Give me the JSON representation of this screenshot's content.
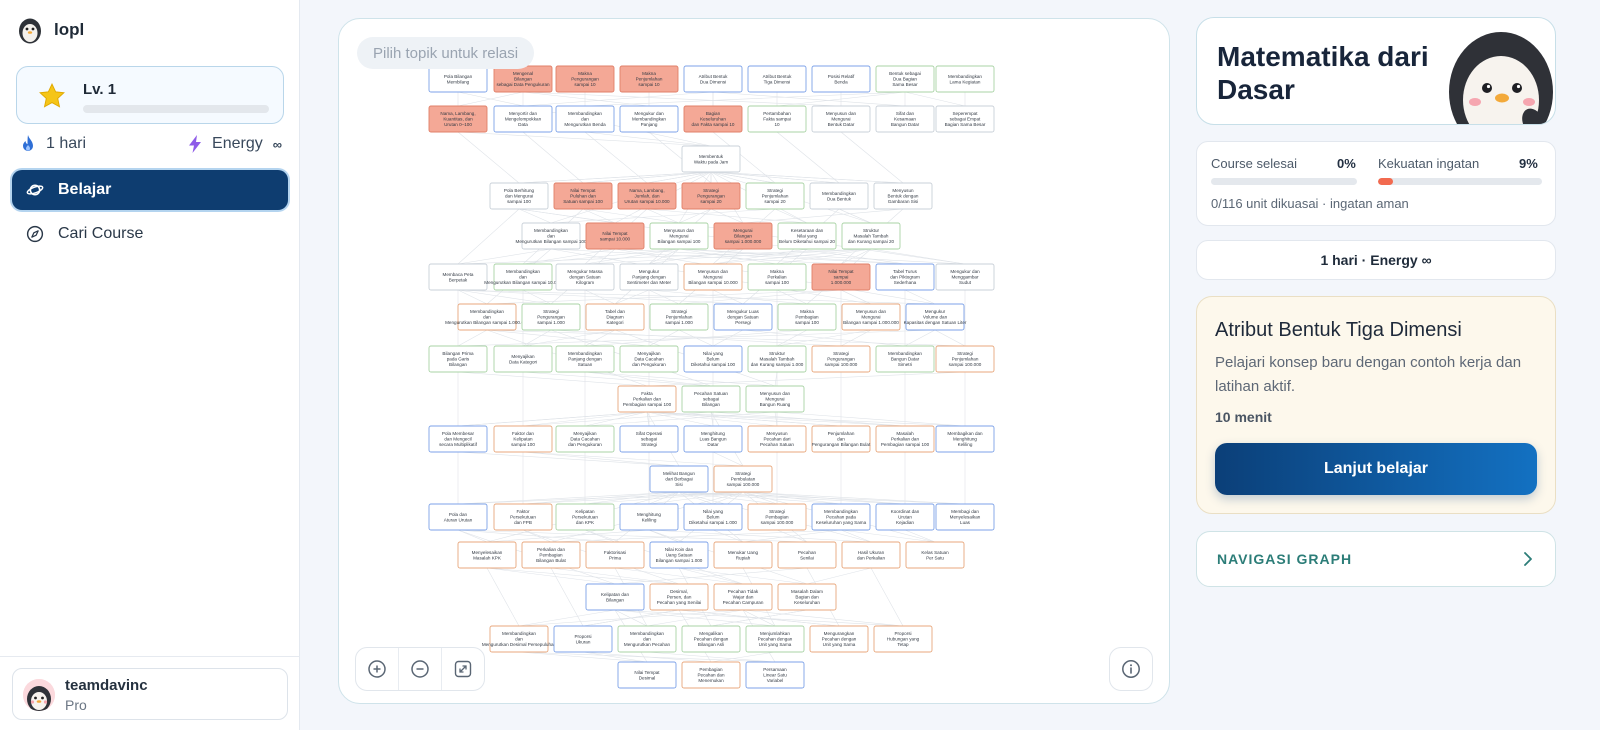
{
  "brand": {
    "name": "lopl"
  },
  "level": {
    "label": "Lv. 1",
    "progress": 0
  },
  "streak": {
    "label": "1 hari"
  },
  "energy": {
    "label": "Energy",
    "value": "∞"
  },
  "nav": [
    {
      "label": "Belajar",
      "icon": "planet-icon",
      "active": true
    },
    {
      "label": "Cari Course",
      "icon": "compass-icon",
      "active": false
    }
  ],
  "user": {
    "name": "teamdavinc",
    "plan": "Pro"
  },
  "graph": {
    "topic_placeholder": "Pilih topik untuk relasi",
    "colors": {
      "highlight": "#f4a896",
      "node_border_blue": "#7da2e8",
      "node_border_orange": "#e8a77c",
      "node_border_green": "#a9d3a5",
      "edge": "#dfe3e8"
    },
    "rows": [
      [
        {
          "label": "Pola Bilangan Membilang",
          "hl": false,
          "c": "b"
        },
        {
          "label": "Mengenal Bilangan sebagai Data Pengukuran",
          "hl": true,
          "c": "o"
        },
        {
          "label": "Makna Pengurangan sampai 10",
          "hl": true,
          "c": "o"
        },
        {
          "label": "Makna Penjumlahan sampai 10",
          "hl": true,
          "c": "o"
        },
        {
          "label": "Atribut Bentuk Dua Dimensi",
          "hl": false,
          "c": "b"
        },
        {
          "label": "Atribut Bentuk Tiga Dimensi",
          "hl": false,
          "c": "b"
        },
        {
          "label": "Posisi Relatif Benda",
          "hl": false,
          "c": "b"
        },
        {
          "label": "Bentuk sebagai Dua Bagian Sama Besar",
          "hl": false,
          "c": "g"
        },
        {
          "label": "Membandingkan Lama Kegiatan",
          "hl": false,
          "c": "g"
        }
      ],
      [
        {
          "label": "Nama, Lambang, Kuantitas, dan Urutan 0–100",
          "hl": true,
          "c": "o"
        },
        {
          "label": "Menyortir dan Mengelompokkan Data",
          "hl": false,
          "c": "b"
        },
        {
          "label": "Membandingkan dan Mengurutkan Benda",
          "hl": false,
          "c": "b"
        },
        {
          "label": "Mengukur dan Membandingkan Panjang",
          "hl": false,
          "c": "b"
        },
        {
          "label": "Bagian Keseluruhan dan Fakta sampai 10",
          "hl": true,
          "c": "o"
        },
        {
          "label": "Pertambahan Fakta sampai 10",
          "hl": false,
          "c": "g"
        },
        {
          "label": "Menyusun dan Mengurai Bentuk Datar",
          "hl": false,
          "c": "gy"
        },
        {
          "label": "Sifat dan Kesamaan Bangun Datar",
          "hl": false,
          "c": "gy"
        },
        {
          "label": "Seperempat sebagai Empat Bagian Sama Besar",
          "hl": false,
          "c": "gy"
        }
      ],
      [
        {
          "label": "Membentuk Waktu pada Jam",
          "hl": false,
          "c": "gy"
        }
      ],
      [
        {
          "label": "Pola Berhitung dan Mengurai sampai 100",
          "hl": false,
          "c": "gy"
        },
        {
          "label": "Nilai Tempat Puluhan dan Satuan sampai 100",
          "hl": true,
          "c": "o"
        },
        {
          "label": "Nama, Lambang, Jumlah, dan Urutan sampai 10.000",
          "hl": true,
          "c": "o"
        },
        {
          "label": "Strategi Pengurangan sampai 20",
          "hl": true,
          "c": "o"
        },
        {
          "label": "Strategi Penjumlahan sampai 20",
          "hl": false,
          "c": "g"
        },
        {
          "label": "Membandingkan Dua Bentuk",
          "hl": false,
          "c": "gy"
        },
        {
          "label": "Menyusun Bentuk dengan Gambaran Sisi",
          "hl": false,
          "c": "gy"
        }
      ],
      [
        {
          "label": "Membandingkan dan Mengurutkan Bilangan sampai 100",
          "hl": false,
          "c": "gy"
        },
        {
          "label": "Nilai Tempat sampai 10.000",
          "hl": true,
          "c": "o"
        },
        {
          "label": "Menyusun dan Mengurai Bilangan sampai 100",
          "hl": false,
          "c": "g"
        },
        {
          "label": "Mengurai Bilangan sampai 1.000.000",
          "hl": true,
          "c": "o"
        },
        {
          "label": "Kesetaraan dan Nilai yang Belum Diketahui sampai 20",
          "hl": false,
          "c": "g"
        },
        {
          "label": "Struktur Masalah Tambah dan Kurang sampai 20",
          "hl": false,
          "c": "g"
        }
      ],
      [
        {
          "label": "Membaca Peta Berpetak",
          "hl": false,
          "c": "gy"
        },
        {
          "label": "Membandingkan dan Mengurutkan Bilangan sampai 10.000",
          "hl": false,
          "c": "g"
        },
        {
          "label": "Mengukur Massa dengan Satuan Kilogram",
          "hl": false,
          "c": "gy"
        },
        {
          "label": "Mengukur Panjang dengan Sentimeter dan Meter",
          "hl": false,
          "c": "gy"
        },
        {
          "label": "Menyusun dan Mengurai Bilangan sampai 10.000",
          "hl": false,
          "c": "o"
        },
        {
          "label": "Makna Perkalian sampai 100",
          "hl": false,
          "c": "g"
        },
        {
          "label": "Nilai Tempat sampai 1.000.000",
          "hl": true,
          "c": "o"
        },
        {
          "label": "Tabel Turus dan Piktogram Sederhana",
          "hl": false,
          "c": "b"
        },
        {
          "label": "Mengukur dan Menggambar Sudut",
          "hl": false,
          "c": "gy"
        }
      ],
      [
        {
          "label": "Membandingkan dan Mengurutkan Bilangan sampai 1.000.000",
          "hl": false,
          "c": "o"
        },
        {
          "label": "Strategi Pengurangan sampai 1.000",
          "hl": false,
          "c": "g"
        },
        {
          "label": "Tabel dan Diagram Kategori",
          "hl": false,
          "c": "o"
        },
        {
          "label": "Strategi Penjumlahan sampai 1.000",
          "hl": false,
          "c": "g"
        },
        {
          "label": "Mengukur Luas dengan Satuan Persegi",
          "hl": false,
          "c": "b"
        },
        {
          "label": "Makna Pembagian sampai 100",
          "hl": false,
          "c": "g"
        },
        {
          "label": "Menyusun dan Mengurai Bilangan sampai 1.000.000",
          "hl": false,
          "c": "o"
        },
        {
          "label": "Mengukur Volume dan Kapasitas dengan Satuan Liter",
          "hl": false,
          "c": "b"
        }
      ],
      [
        {
          "label": "Bilangan Prima pada Garis Bilangan",
          "hl": false,
          "c": "g"
        },
        {
          "label": "Menyajikan Data Kategori",
          "hl": false,
          "c": "g"
        },
        {
          "label": "Membandingkan Panjang dengan Satuan",
          "hl": false,
          "c": "g"
        },
        {
          "label": "Menyajikan Data Cacahan dan Pengukuran",
          "hl": false,
          "c": "g"
        },
        {
          "label": "Nilai yang Belum Diketahui sampai 100",
          "hl": false,
          "c": "b"
        },
        {
          "label": "Struktur Masalah Tambah dan Kurang sampai 1.000",
          "hl": false,
          "c": "g"
        },
        {
          "label": "Strategi Pengurangan sampai 100.000",
          "hl": false,
          "c": "o"
        },
        {
          "label": "Membandingkan Bangun Datar Simetri",
          "hl": false,
          "c": "g"
        },
        {
          "label": "Strategi Penjumlahan sampai 100.000",
          "hl": false,
          "c": "o"
        }
      ],
      [
        {
          "label": "Fakta Perkalian dan Pembagian sampai 100",
          "hl": false,
          "c": "o"
        },
        {
          "label": "Pecahan Satuan sebagai Bilangan",
          "hl": false,
          "c": "g"
        },
        {
          "label": "Menyusun dan Mengurai Bangun Ruang",
          "hl": false,
          "c": "g"
        }
      ],
      [
        {
          "label": "Pola Membesar dan Mengecil secara Multiplikatif",
          "hl": false,
          "c": "b"
        },
        {
          "label": "Faktor dan Kelipatan sampai 100",
          "hl": false,
          "c": "o"
        },
        {
          "label": "Menyajikan Data Cacahan dan Pengukuran",
          "hl": false,
          "c": "g"
        },
        {
          "label": "Sifat Operasi sebagai Strategi",
          "hl": false,
          "c": "b"
        },
        {
          "label": "Menghitung Luas Bangun Datar",
          "hl": false,
          "c": "b"
        },
        {
          "label": "Menyusun Pecahan dari Pecahan Satuan",
          "hl": false,
          "c": "o"
        },
        {
          "label": "Penjumlahan dan Pengurangan Bilangan Bulat",
          "hl": false,
          "c": "o"
        },
        {
          "label": "Masalah Perkalian dan Pembagian sampai 100",
          "hl": false,
          "c": "o"
        },
        {
          "label": "Membagikan dan Menghitung Keliling",
          "hl": false,
          "c": "b"
        }
      ],
      [
        {
          "label": "Melihat Bangun dari Berbagai Sisi",
          "hl": false,
          "c": "b"
        },
        {
          "label": "Strategi Pembulatan sampai 100.000",
          "hl": false,
          "c": "o"
        }
      ],
      [
        {
          "label": "Pola dan Aturan Urutan",
          "hl": false,
          "c": "b"
        },
        {
          "label": "Faktor Persekutuan dan FPB",
          "hl": false,
          "c": "o"
        },
        {
          "label": "Kelipatan Persekutuan dan KPK",
          "hl": false,
          "c": "g"
        },
        {
          "label": "Menghitung Keliling",
          "hl": false,
          "c": "b"
        },
        {
          "label": "Nilai yang Belum Diketahui sampai 1.000",
          "hl": false,
          "c": "b"
        },
        {
          "label": "Strategi Pembagian sampai 100.000",
          "hl": false,
          "c": "o"
        },
        {
          "label": "Membandingkan Pecahan pada Keseluruhan yang Sama",
          "hl": false,
          "c": "b"
        },
        {
          "label": "Koordinat dan Urutan Kejadian",
          "hl": false,
          "c": "b"
        },
        {
          "label": "Membagi dan Menyelesaikan Luas",
          "hl": false,
          "c": "b"
        }
      ],
      [
        {
          "label": "Menyelesaikan Masalah KPK",
          "hl": false,
          "c": "o"
        },
        {
          "label": "Perkalian dan Pembagian Bilangan Bulat",
          "hl": false,
          "c": "o"
        },
        {
          "label": "Faktorisasi Prima",
          "hl": false,
          "c": "o"
        },
        {
          "label": "Nilai Koin dan Uang Satuan Bilangan sampai 1.000",
          "hl": false,
          "c": "b"
        },
        {
          "label": "Menukar Uang Rupiah",
          "hl": false,
          "c": "o"
        },
        {
          "label": "Pecahan Senilai",
          "hl": false,
          "c": "o"
        },
        {
          "label": "Hasil Ukuran dan Perkalian",
          "hl": false,
          "c": "o"
        },
        {
          "label": "Kelas Satuan Per Satu",
          "hl": false,
          "c": "o"
        }
      ],
      [
        {
          "label": "Kelipatan dan Bilangan",
          "hl": false,
          "c": "b"
        },
        {
          "label": "Desimal, Persen, dan Pecahan yang Senilai",
          "hl": false,
          "c": "o"
        },
        {
          "label": "Pecahan Tidak Wajar dan Pecahan Campuran",
          "hl": false,
          "c": "o"
        },
        {
          "label": "Masalah Dalam Bagian dan Keseluruhan",
          "hl": false,
          "c": "o"
        }
      ],
      [
        {
          "label": "Membandingkan dan Mengurutkan Desimal Persepuluhan",
          "hl": false,
          "c": "o"
        },
        {
          "label": "Proporsi Ukuran",
          "hl": false,
          "c": "b"
        },
        {
          "label": "Membandingkan dan Mengurutkan Pecahan",
          "hl": false,
          "c": "g"
        },
        {
          "label": "Mengalikan Pecahan dengan Bilangan Asli",
          "hl": false,
          "c": "g"
        },
        {
          "label": "Menjumlahkan Pecahan dengan Unit yang Sama",
          "hl": false,
          "c": "g"
        },
        {
          "label": "Mengurangkan Pecahan dengan Unit yang Sama",
          "hl": false,
          "c": "o"
        },
        {
          "label": "Proporsi Hubungan yang Tetap",
          "hl": false,
          "c": "o"
        }
      ],
      [
        {
          "label": "Nilai Tempat Desimal",
          "hl": false,
          "c": "b"
        },
        {
          "label": "Pembagian Pecahan dan Menemukan",
          "hl": false,
          "c": "o"
        },
        {
          "label": "Persamaan Linear Satu Variabel",
          "hl": false,
          "c": "b"
        }
      ]
    ]
  },
  "course": {
    "title": "Matematika dari Dasar"
  },
  "progress": {
    "course_done_label": "Course selesai",
    "course_done_value": "0%",
    "course_done_fraction": 0,
    "memory_label": "Kekuatan ingatan",
    "memory_value": "9%",
    "memory_fraction": 0.09,
    "summary": "0/116 unit dikuasai · ingatan aman"
  },
  "status": {
    "text": "1 hari · Energy ∞"
  },
  "lesson": {
    "title": "Atribut Bentuk Tiga Dimensi",
    "description": "Pelajari konsep baru dengan contoh kerja dan latihan aktif.",
    "duration": "10 menit",
    "cta": "Lanjut belajar"
  },
  "nav_graph": {
    "label": "NAVIGASI GRAPH"
  }
}
